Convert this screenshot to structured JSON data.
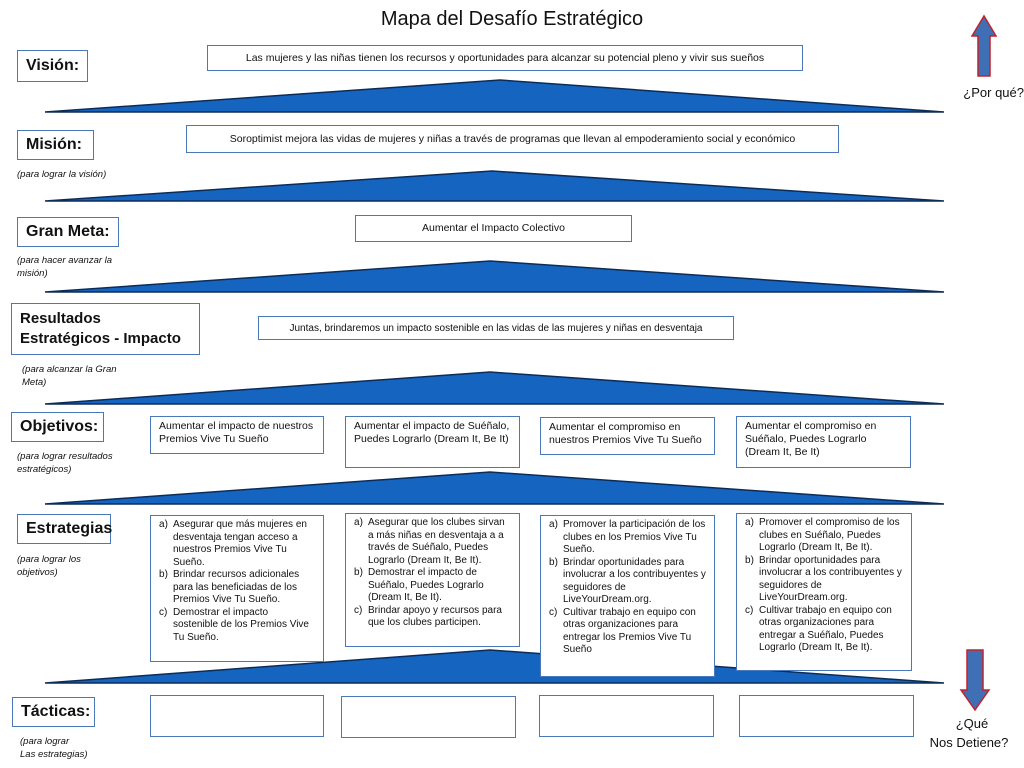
{
  "title": "Mapa del Desafío Estratégico",
  "colors": {
    "triangle": "#1565c0",
    "box_border": "#4a78b8",
    "arrow": "#3f6fb5",
    "arrow_border": "#c0242b"
  },
  "levels": [
    {
      "label": "Visión:",
      "note": ""
    },
    {
      "label": "Misión:",
      "note": "(para lograr la visión)"
    },
    {
      "label": "Gran Meta:",
      "note": "(para hacer avanzar la misión)"
    },
    {
      "label": "Resultados Estratégicos - Impacto",
      "note": "(para alcanzar la Gran Meta)"
    },
    {
      "label": "Objetivos:",
      "note": "(para lograr resultados estratégicos)"
    },
    {
      "label": "Estrategias",
      "note": "(para lograr los objetivos)"
    },
    {
      "label": "Tácticas:",
      "note": "(para lograr\nLas estrategias)"
    }
  ],
  "vision_text": "Las mujeres y las niñas tienen los recursos y oportunidades para alcanzar su potencial pleno y vivir sus sueños",
  "mision_text": "Soroptimist mejora las vidas de mujeres y niñas a través de programas que llevan al empoderamiento social y económico",
  "gran_meta_text": "Aumentar el Impacto Colectivo",
  "resultados_text": "Juntas, brindaremos un impacto sostenible en las vidas de las mujeres y niñas en desventaja",
  "objetivos": [
    "Aumentar el impacto de nuestros Premios Vive Tu Sueño",
    "Aumentar el impacto de Suéñalo, Puedes Lograrlo (Dream It, Be It)",
    "Aumentar el compromiso en nuestros Premios Vive Tu Sueño",
    "Aumentar el compromiso en Suéñalo, Puedes Lograrlo (Dream It, Be It)"
  ],
  "estrategias": [
    [
      "Asegurar que más mujeres en desventaja tengan acceso a nuestros Premios Vive Tu Sueño.",
      "Brindar recursos adicionales para las beneficiadas de los Premios Vive Tu Sueño.",
      "Demostrar el impacto sostenible de los Premios Vive Tu Sueño."
    ],
    [
      "Asegurar que los clubes sirvan a más niñas en desventaja a a través de Suéñalo, Puedes Lograrlo (Dream It, Be It).",
      "Demostrar el impacto de Suéñalo, Puedes Lograrlo (Dream It, Be It).",
      "Brindar apoyo y recursos para que los clubes participen."
    ],
    [
      "Promover la participación de los clubes en los Premios Vive Tu Sueño.",
      "Brindar oportunidades para involucrar a los contribuyentes y seguidores de LiveYourDream.org.",
      "Cultivar trabajo en equipo con otras organizaciones para entregar los Premios Vive Tu Sueño"
    ],
    [
      "Promover el compromiso de los clubes en Suéñalo, Puedes Lograrlo (Dream It, Be It).",
      "Brindar oportunidades para involucrar a los contribuyentes y seguidores de LiveYourDream.org.",
      "Cultivar trabajo en equipo con otras organizaciones para entregar a Suéñalo, Puedes Lograrlo (Dream It, Be It)."
    ]
  ],
  "tacticas": [
    "",
    "",
    "",
    ""
  ],
  "why_label": "¿Por qué?",
  "what_stops_label_1": "¿Qué",
  "what_stops_label_2": "Nos Detiene?",
  "icons": {
    "up": "up-arrow-icon",
    "down": "down-arrow-icon"
  }
}
